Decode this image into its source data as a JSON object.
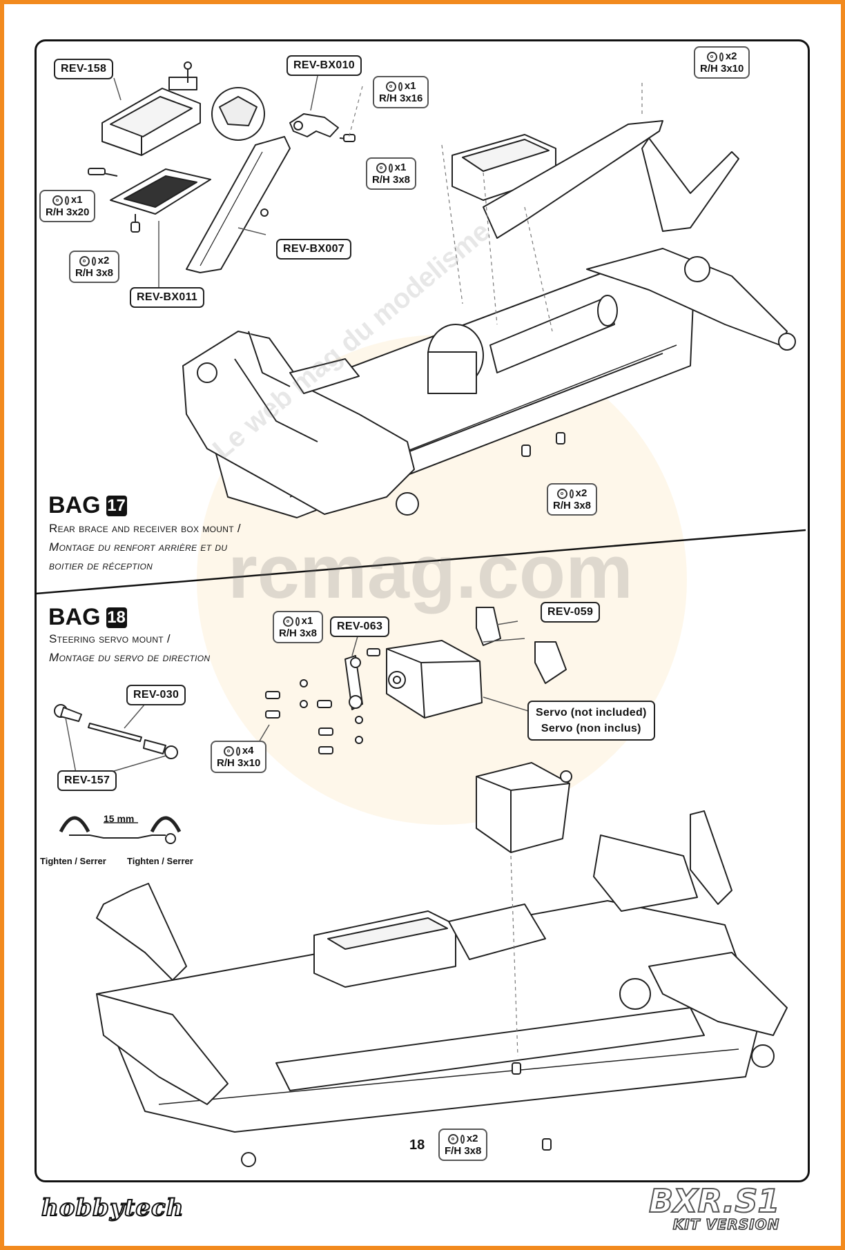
{
  "page": {
    "number": "18",
    "brand": "hobbytech",
    "product": {
      "model": "BXR.S1",
      "edition": "KIT VERSION"
    },
    "watermark": {
      "site": "rcmag.com",
      "tagline": "Le web mag du modelisme"
    }
  },
  "colors": {
    "frame": "#f28a1e",
    "ink": "#111111"
  },
  "bag17": {
    "title": "BAG",
    "number": "17",
    "description_en": "Rear brace and receiver box mount /",
    "description_fr_1": "Montage du renfort arrière et du",
    "description_fr_2": "boitier de réception",
    "parts": [
      {
        "id": "rev-158",
        "label": "REV-158"
      },
      {
        "id": "rev-bx010",
        "label": "REV-BX010"
      },
      {
        "id": "rev-bx007",
        "label": "REV-BX007"
      },
      {
        "id": "rev-bx011",
        "label": "REV-BX011"
      }
    ],
    "hardware": [
      {
        "qty": "x1",
        "spec": "R/H 3x16"
      },
      {
        "qty": "x2",
        "spec": "R/H 3x10"
      },
      {
        "qty": "x1",
        "spec": "R/H 3x8"
      },
      {
        "qty": "x1",
        "spec": "R/H 3x20"
      },
      {
        "qty": "x2",
        "spec": "R/H 3x8"
      },
      {
        "qty": "x2",
        "spec": "R/H 3x8"
      }
    ]
  },
  "bag18": {
    "title": "BAG",
    "number": "18",
    "description_en": "Steering servo mount /",
    "description_fr": "Montage du servo de direction",
    "parts": [
      {
        "id": "rev-063",
        "label": "REV-063"
      },
      {
        "id": "rev-059",
        "label": "REV-059"
      },
      {
        "id": "rev-030",
        "label": "REV-030"
      },
      {
        "id": "rev-157",
        "label": "REV-157"
      }
    ],
    "servo_note": {
      "en": "Servo (not included)",
      "fr": "Servo (non inclus)"
    },
    "hardware": [
      {
        "qty": "x1",
        "spec": "R/H 3x8"
      },
      {
        "qty": "x4",
        "spec": "R/H 3x10"
      },
      {
        "qty": "x2",
        "spec": "F/H 3x8"
      }
    ],
    "turnbuckle": {
      "length": "15 mm",
      "left_action": "Tighten / Serrer",
      "right_action": "Tighten / Serrer"
    }
  }
}
